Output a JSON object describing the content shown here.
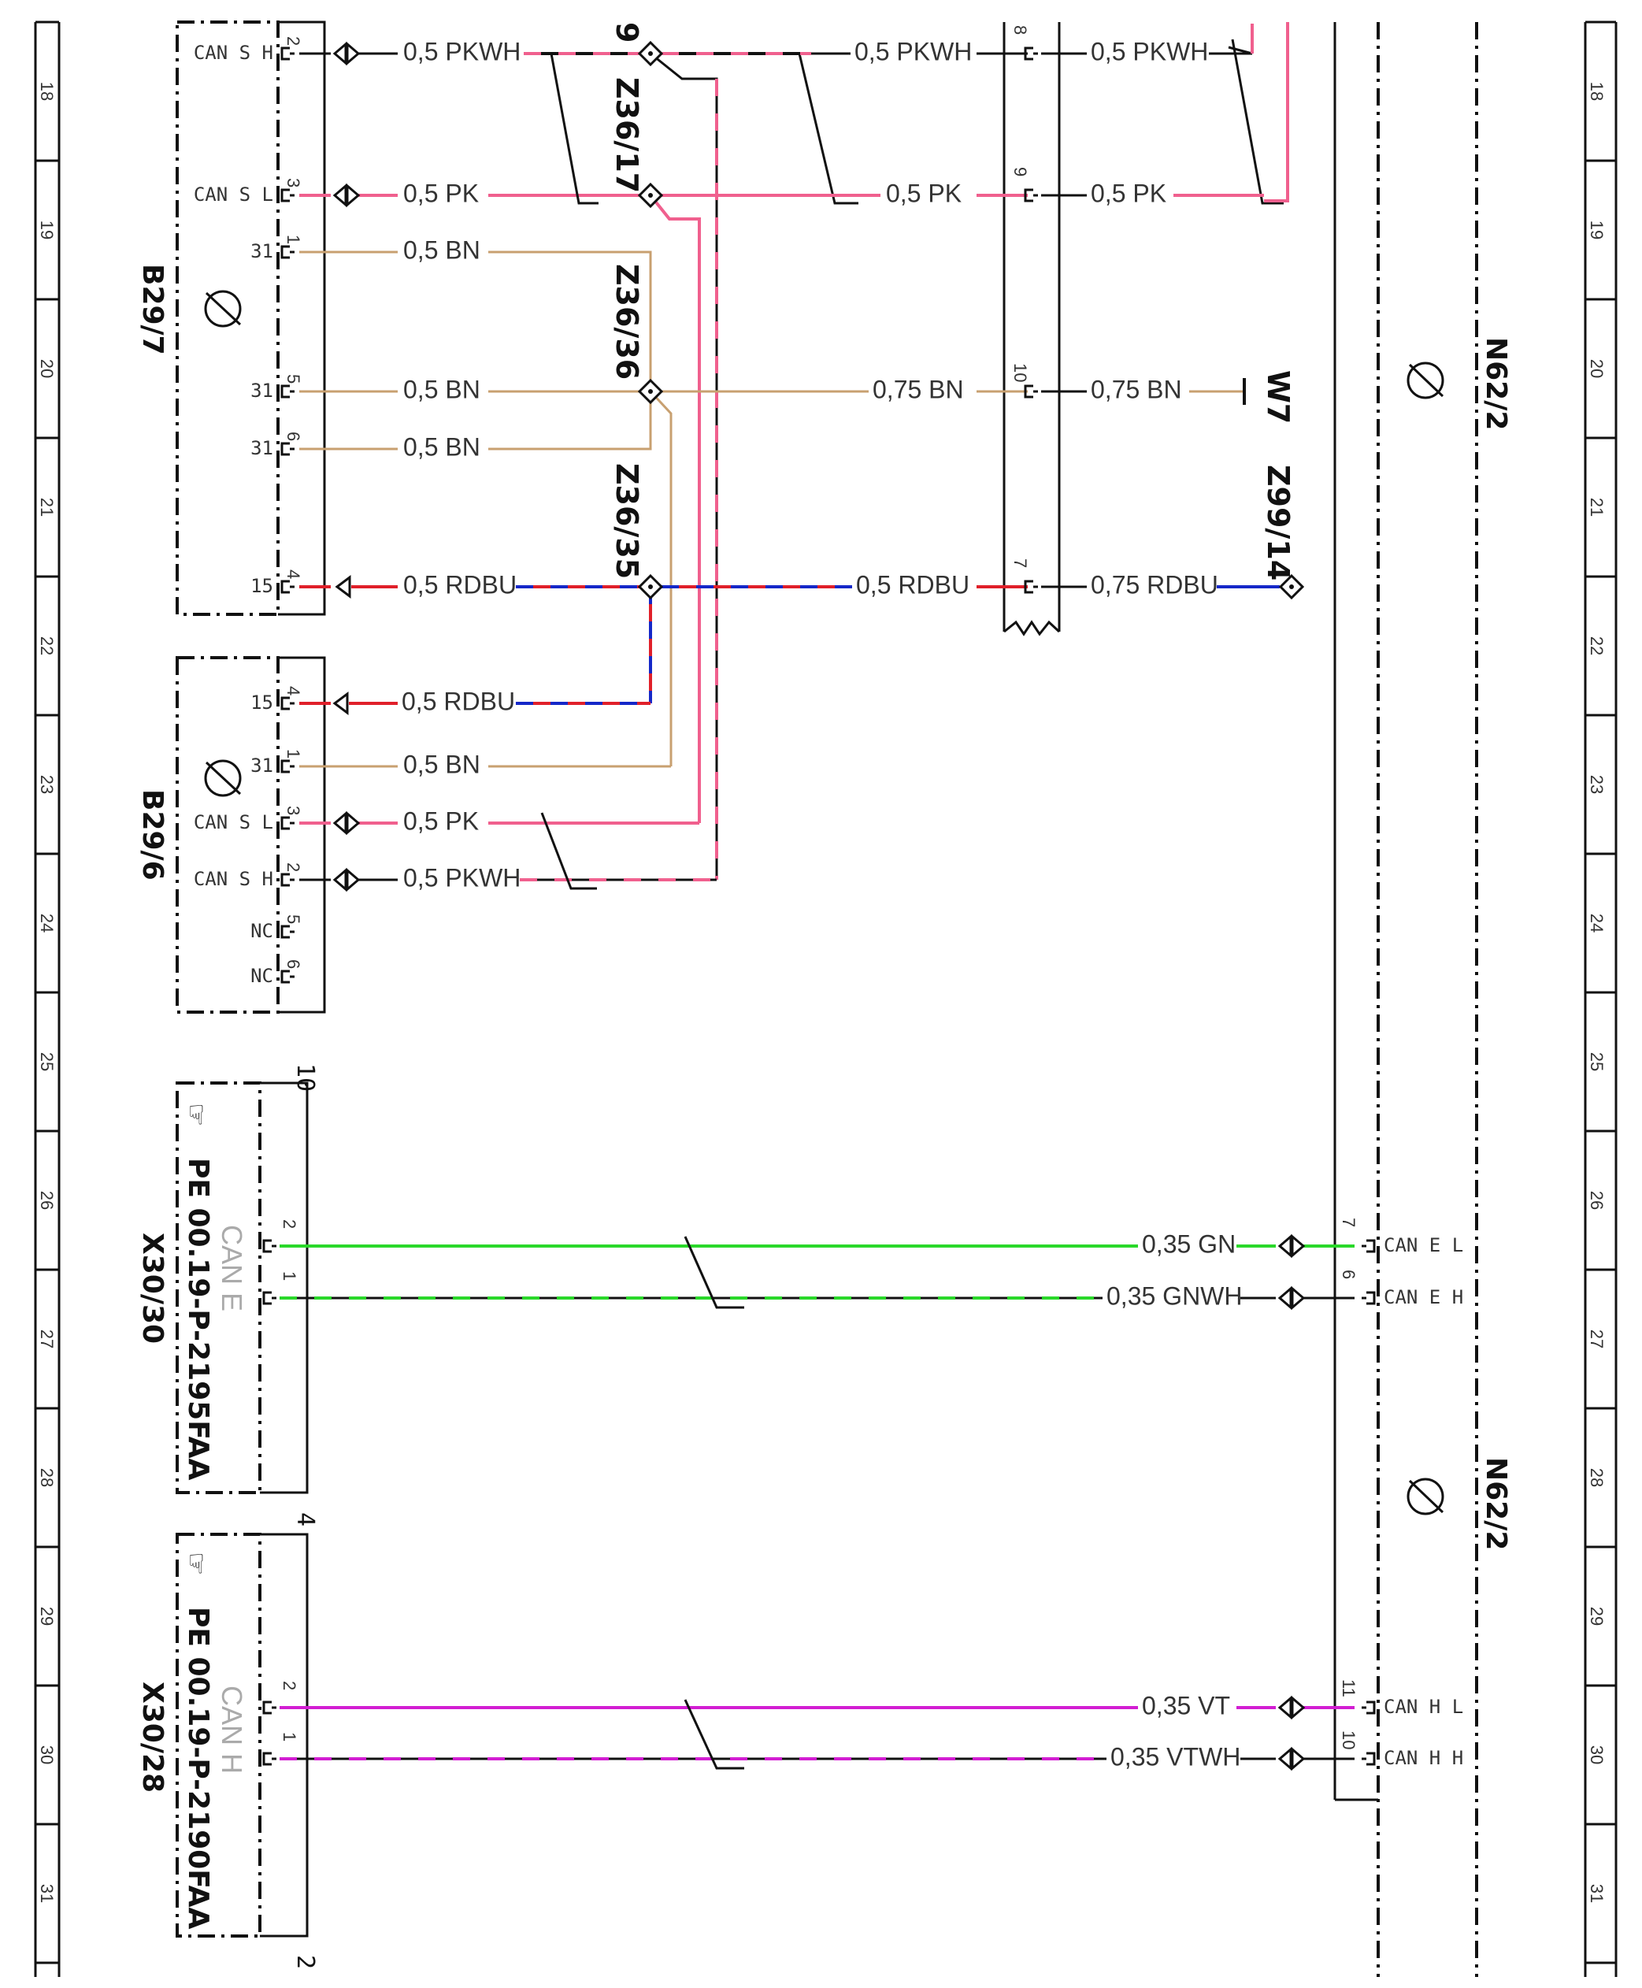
{
  "colors": {
    "PK": "#f0608e",
    "BN": "#c8a070",
    "RD": "#e0202a",
    "BU": "#1528c8",
    "GN": "#2ad82a",
    "VT": "#d21ed2",
    "black": "#111111"
  },
  "grid_numbers": [
    "18",
    "19",
    "20",
    "21",
    "22",
    "23",
    "24",
    "25",
    "26",
    "27",
    "28",
    "29",
    "30",
    "31"
  ],
  "components": {
    "b29_7": {
      "name": "B29/7",
      "pins": [
        {
          "label": "CAN S H",
          "num": "2"
        },
        {
          "label": "CAN S L",
          "num": "3"
        },
        {
          "label": "31",
          "num": "1"
        },
        {
          "label": "31",
          "num": "5"
        },
        {
          "label": "31",
          "num": "6"
        },
        {
          "label": "15",
          "num": "4"
        }
      ]
    },
    "b29_6": {
      "name": "B29/6",
      "pins": [
        {
          "label": "15",
          "num": "4"
        },
        {
          "label": "31",
          "num": "1"
        },
        {
          "label": "CAN S L",
          "num": "3"
        },
        {
          "label": "CAN S H",
          "num": "2"
        },
        {
          "label": "NC",
          "num": "5"
        },
        {
          "label": "NC",
          "num": "6"
        }
      ]
    },
    "x30_30": {
      "name": "X30/30",
      "ref": "PE 00.19-P-2195FAA",
      "bus": "CAN E",
      "connector_num": "10",
      "pins": [
        {
          "num": "2"
        },
        {
          "num": "1"
        }
      ]
    },
    "x30_28": {
      "name": "X30/28",
      "ref": "PE 00.19-P-2190FAA",
      "bus": "CAN H",
      "connector_num": "4",
      "pins": [
        {
          "num": "2"
        },
        {
          "num": "1"
        }
      ],
      "bottom_num": "2"
    },
    "n62_2": {
      "name": "N62/2",
      "pins": [
        {
          "label": "CAN E L",
          "num": "7"
        },
        {
          "label": "CAN E H",
          "num": "6"
        },
        {
          "label": "CAN H L",
          "num": "11"
        },
        {
          "label": "CAN H H",
          "num": "10"
        }
      ]
    },
    "w7": {
      "name": "W7"
    },
    "z99_14": {
      "name": "Z99/14"
    },
    "splices": [
      {
        "name": "Z36/17",
        "pin": "9"
      },
      {
        "name": "Z36/36"
      },
      {
        "name": "Z36/35"
      }
    ],
    "connector_pins": [
      "8",
      "9",
      "10",
      "7"
    ]
  },
  "wires": {
    "b29_7_left": [
      "0,5 PKWH",
      "0,5 PK",
      "0,5 BN",
      "0,5 BN",
      "0,5 BN",
      "0,5 RDBU"
    ],
    "b29_6_left": [
      "0,5 RDBU",
      "0,5 BN",
      "0,5 PK",
      "0,5 PKWH"
    ],
    "mid_right": [
      "0,5 PKWH",
      "0,5 PK",
      "0,75 BN",
      "0,5 RDBU"
    ],
    "far_right": [
      "0,5 PKWH",
      "0,5 PK",
      "0,75 BN",
      "0,75 RDBU"
    ],
    "can_e": [
      "0,35 GN",
      "0,35 GNWH"
    ],
    "can_h": [
      "0,35 VT",
      "0,35 VTWH"
    ]
  }
}
